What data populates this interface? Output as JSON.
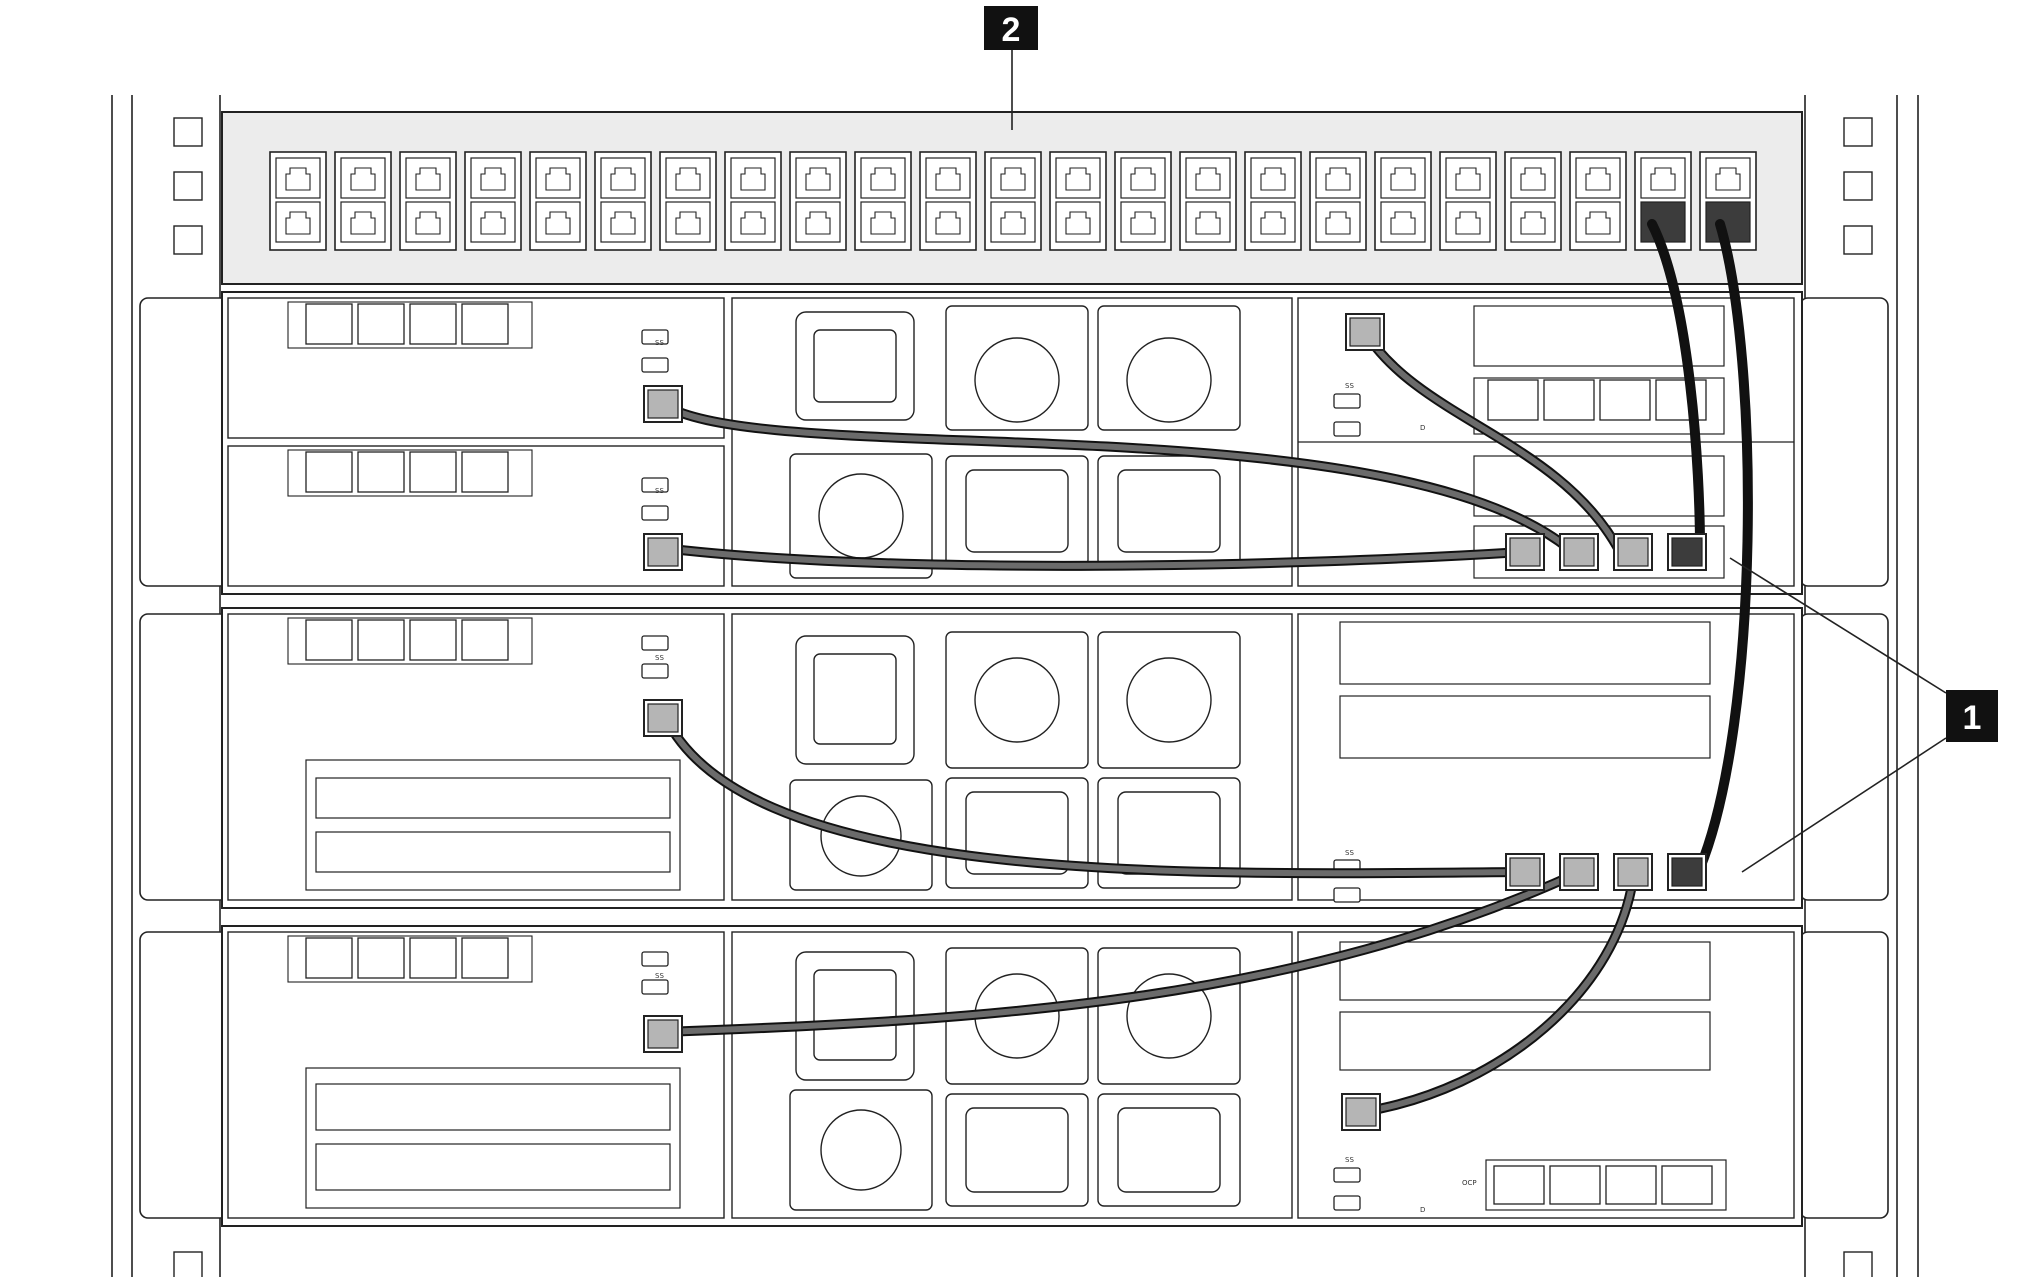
{
  "callouts": {
    "top_label": "2",
    "right_label": "1"
  },
  "port_labels": {
    "usb": "SS",
    "ocp": "OCP",
    "display": "D"
  },
  "colors": {
    "line": "#222222",
    "panel_fill": "#ececec",
    "port_fill": "#ffffff",
    "dark_port": "#3c3c3c",
    "gray_port": "#b5b5b5",
    "cable_dark": "#111111",
    "cable_gray": "#6b6b6b",
    "callout_bg": "#111111"
  },
  "icons": {
    "switch": "network-switch-icon",
    "rj45": "rj45-port-icon",
    "screw": "rack-screw-icon",
    "fan": "psu-fan-icon",
    "power": "power-inlet-icon",
    "usb": "usb-port-icon"
  }
}
